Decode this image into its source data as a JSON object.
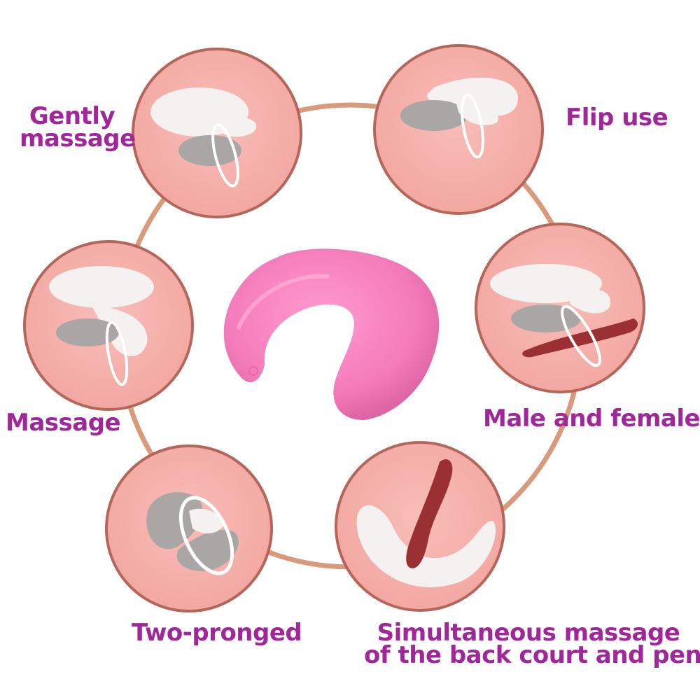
{
  "colors": {
    "label": "#a0279a",
    "ring": "#d99a7c",
    "circle": "#f6b2ad",
    "circle_edge": "#b5665b",
    "body_white": "#f4f1f0",
    "body_grey": "#a9a6a5",
    "toy_pink": "#f47bbd",
    "male_part": "#9a3033"
  },
  "labels": {
    "gently": "Gently\nmassage",
    "flip": "Flip use",
    "massage": "Massage",
    "male_female": "Male and female",
    "two_pronged": "Two-pronged",
    "simultaneous": "Simultaneous massage\nof the back court and penis"
  },
  "icons": {
    "center": "c-shaped-vibrator-icon",
    "gently": "gently-massage-position-icon",
    "flip": "flip-use-position-icon",
    "massage": "massage-position-icon",
    "male_female": "male-and-female-position-icon",
    "two_pronged": "two-pronged-position-icon",
    "simultaneous": "simultaneous-massage-position-icon"
  }
}
